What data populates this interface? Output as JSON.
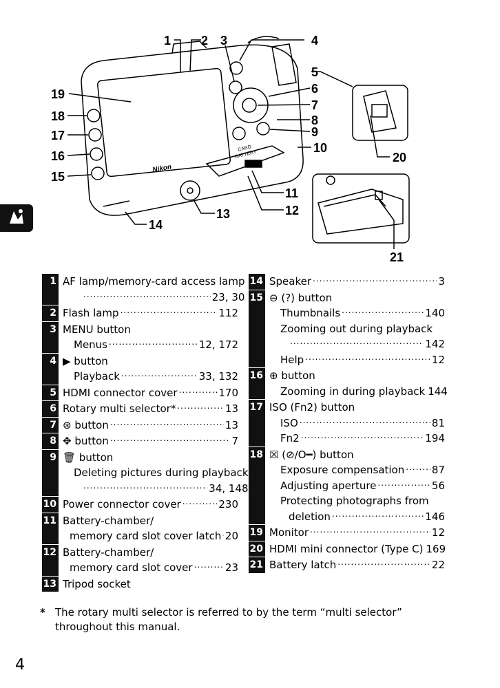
{
  "diagram": {
    "callouts": [
      "1",
      "2",
      "3",
      "4",
      "5",
      "6",
      "7",
      "8",
      "9",
      "10",
      "11",
      "12",
      "13",
      "14",
      "15",
      "16",
      "17",
      "18",
      "19",
      "20",
      "21"
    ],
    "brand": "Nikon",
    "cover_text_1": "CARD",
    "cover_text_2": "BATTERY"
  },
  "left_items": [
    {
      "num": "1",
      "lines": [
        {
          "text": "AF lamp/memory-card access lamp",
          "page": ""
        },
        {
          "text": "",
          "page": "23, 30",
          "indent": 2
        }
      ]
    },
    {
      "num": "2",
      "lines": [
        {
          "text": "Flash lamp",
          "page": "112"
        }
      ]
    },
    {
      "num": "3",
      "lines": [
        {
          "text": "MENU button",
          "page": ""
        },
        {
          "text": "Menus",
          "page": "12, 172",
          "indent": 1
        }
      ]
    },
    {
      "num": "4",
      "lines": [
        {
          "text": "▶ button",
          "page": ""
        },
        {
          "text": "Playback",
          "page": "33, 132",
          "indent": 1
        }
      ]
    },
    {
      "num": "5",
      "lines": [
        {
          "text": "HDMI connector cover",
          "page": "170"
        }
      ]
    },
    {
      "num": "6",
      "lines": [
        {
          "text": "Rotary multi selector*",
          "page": "13"
        }
      ]
    },
    {
      "num": "7",
      "lines": [
        {
          "text": "⊛ button",
          "page": "13"
        }
      ]
    },
    {
      "num": "8",
      "lines": [
        {
          "text": "✥ button",
          "page": "7"
        }
      ]
    },
    {
      "num": "9",
      "lines": [
        {
          "text": "🗑 button",
          "page": ""
        },
        {
          "text": "Deleting pictures during playback",
          "page": "",
          "indent": 1
        },
        {
          "text": "",
          "page": "34, 148",
          "indent": 2
        }
      ]
    },
    {
      "num": "10",
      "lines": [
        {
          "text": "Power connector cover",
          "page": "230"
        }
      ]
    },
    {
      "num": "11",
      "lines": [
        {
          "text": "Battery-chamber/",
          "page": ""
        },
        {
          "text": "memory card slot cover latch",
          "page": "20",
          "indent": "0b"
        }
      ]
    },
    {
      "num": "12",
      "lines": [
        {
          "text": "Battery-chamber/",
          "page": ""
        },
        {
          "text": "memory card slot cover",
          "page": "23",
          "indent": "0b"
        }
      ]
    },
    {
      "num": "13",
      "lines": [
        {
          "text": "Tripod socket",
          "page": ""
        }
      ]
    }
  ],
  "right_items": [
    {
      "num": "14",
      "lines": [
        {
          "text": "Speaker",
          "page": "3"
        }
      ]
    },
    {
      "num": "15",
      "lines": [
        {
          "text": "⊖ (?) button",
          "page": ""
        },
        {
          "text": "Thumbnails",
          "page": "140",
          "indent": 1
        },
        {
          "text": "Zooming out during playback",
          "page": "",
          "indent": 1
        },
        {
          "text": "",
          "page": "142",
          "indent": 2
        },
        {
          "text": "Help",
          "page": "12",
          "indent": 1
        }
      ]
    },
    {
      "num": "16",
      "lines": [
        {
          "text": "⊕ button",
          "page": ""
        },
        {
          "text": "Zooming in during playback",
          "page": "144",
          "indent": 1
        }
      ]
    },
    {
      "num": "17",
      "lines": [
        {
          "text": "ISO (Fn2) button",
          "page": ""
        },
        {
          "text": "ISO",
          "page": "81",
          "indent": 1
        },
        {
          "text": "Fn2",
          "page": "194",
          "indent": 1
        }
      ]
    },
    {
      "num": "18",
      "lines": [
        {
          "text": "☒ (⊘/O━) button",
          "page": ""
        },
        {
          "text": "Exposure compensation",
          "page": "87",
          "indent": 1
        },
        {
          "text": "Adjusting aperture",
          "page": "56",
          "indent": 1
        },
        {
          "text": "Protecting photographs from",
          "page": "",
          "indent": 1
        },
        {
          "text": "deletion",
          "page": "146",
          "indent": 2
        }
      ]
    },
    {
      "num": "19",
      "lines": [
        {
          "text": "Monitor",
          "page": "12"
        }
      ]
    },
    {
      "num": "20",
      "lines": [
        {
          "text": "HDMI mini connector (Type C)",
          "page": "169"
        }
      ]
    },
    {
      "num": "21",
      "lines": [
        {
          "text": "Battery latch",
          "page": "22"
        }
      ]
    }
  ],
  "footnote": {
    "star": "*",
    "text": "The rotary multi selector is referred to by the term “multi selector” throughout this manual."
  },
  "page_number": "4"
}
